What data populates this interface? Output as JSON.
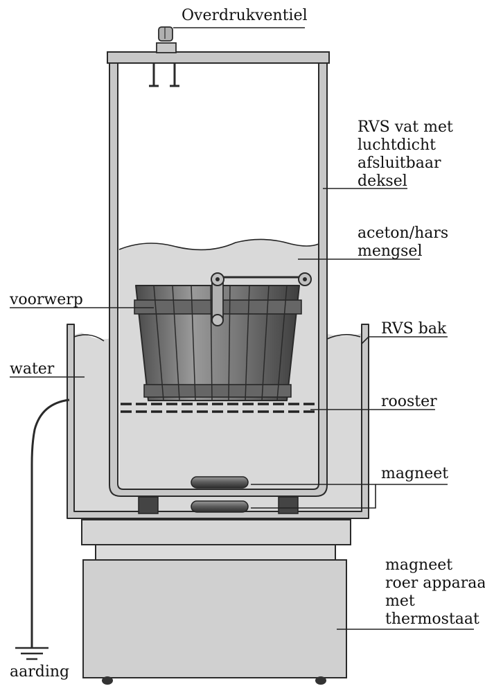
{
  "labels": {
    "valve": "Overdrukventiel",
    "vessel": [
      "RVS vat met",
      "luchtdicht",
      "afsluitbaar",
      "deksel"
    ],
    "mixture": [
      "aceton/hars",
      "mengsel"
    ],
    "object": "voorwerp",
    "tray": "RVS bak",
    "water": "water",
    "grid": "rooster",
    "magnet": "magneet",
    "stirrer": [
      "magneet",
      "roer apparaat",
      "met",
      "thermostaat"
    ],
    "ground": "aarding"
  },
  "colors": {
    "liquid": "#d9d9d9",
    "metal": "#c8c8c8",
    "outline": "#2a2a2a",
    "bucket_dark": "#555555",
    "bucket_light": "#9a9a9a"
  }
}
